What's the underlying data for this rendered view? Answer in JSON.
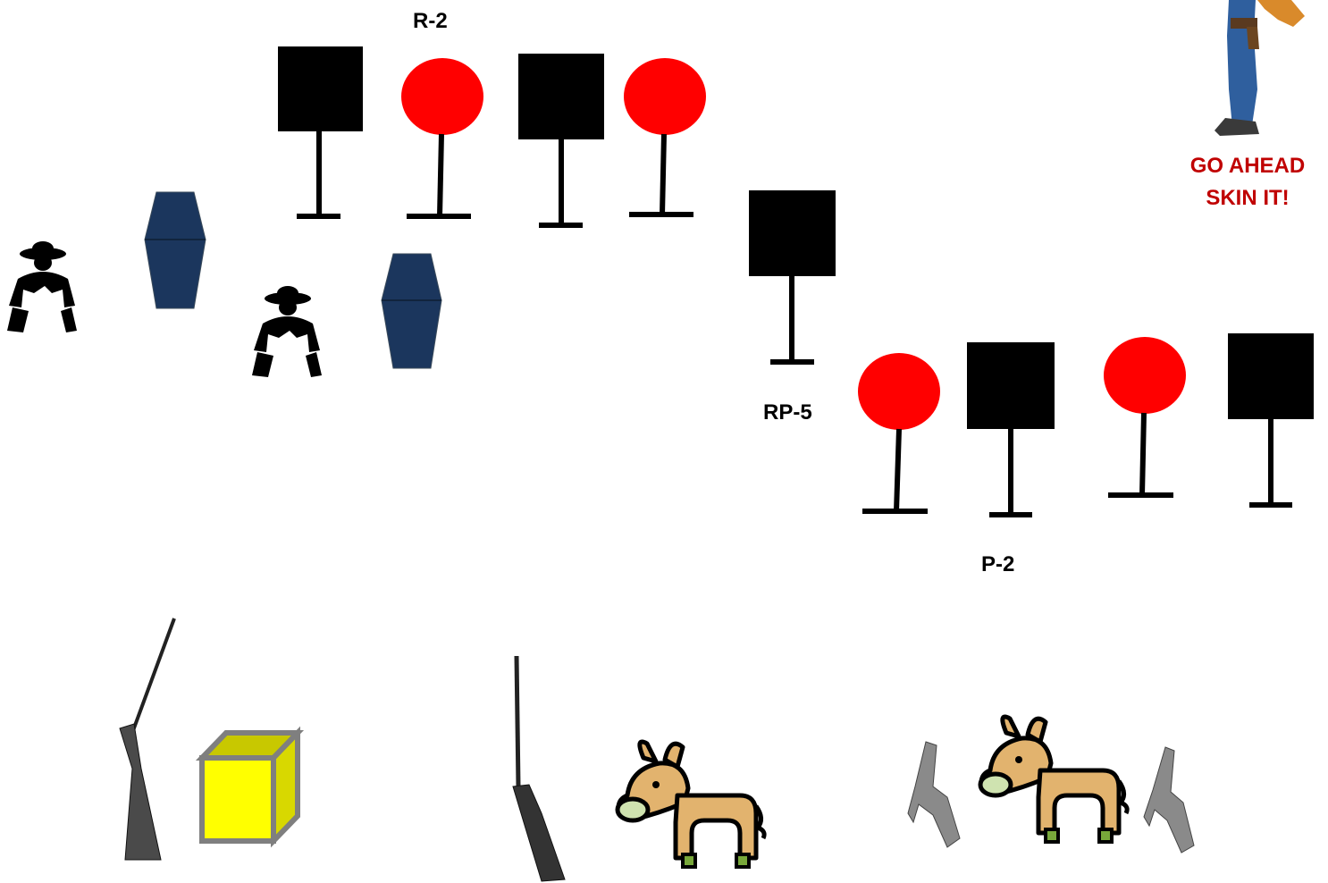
{
  "labels": {
    "rifle_stage": "R-2",
    "combo_stage": "RP-5",
    "pistol_stage": "P-2"
  },
  "caption": {
    "line1": "GO AHEAD",
    "line2": "SKIN IT!"
  },
  "colors": {
    "steel_target": "#000000",
    "round_target": "#ff0000",
    "coffin": "#1b365d",
    "prop_box": "#ffff00",
    "prop_box_edge": "#7f7f7f",
    "mule_body": "#e2b36e",
    "mule_muzzle": "#cfe3b0",
    "mule_hoof": "#78a83a",
    "caption_text": "#c00000"
  },
  "icons": [
    "square-steel-target-icon",
    "round-steel-target-icon",
    "bandit-silhouette-icon",
    "coffin-icon",
    "shotgun-icon",
    "rifle-icon",
    "revolver-icon",
    "mule-icon",
    "yellow-box-icon",
    "cowboy-icon"
  ]
}
